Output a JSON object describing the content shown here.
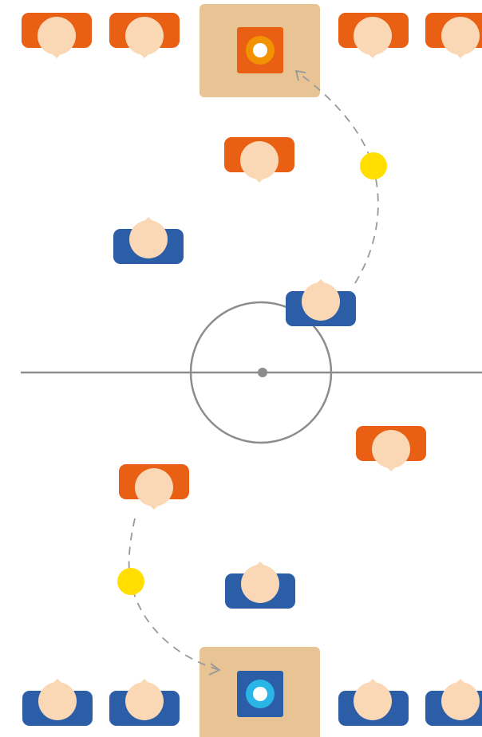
{
  "colors": {
    "background": "#ffffff",
    "team_orange": "#E95F13",
    "team_blue": "#2C5EA8",
    "skin": "#FAD8B5",
    "ball": "#FFDE00",
    "goal_area": "#E8C494",
    "field_lines": "#8C8C8C",
    "pass_path": "#999999",
    "goal_top_ring": "#F39200",
    "goal_bottom_ring": "#29B6E6",
    "goal_center": "#ffffff"
  },
  "field": {
    "elements": [
      "halfway-line",
      "center-circle",
      "center-spot"
    ]
  },
  "goals": [
    {
      "id": "goal-top",
      "team": "orange"
    },
    {
      "id": "goal-bottom",
      "team": "blue"
    }
  ],
  "players": {
    "orange": {
      "count": 7,
      "facing": "down"
    },
    "blue": {
      "count": 7,
      "facing": "up"
    }
  },
  "balls": {
    "count": 2
  },
  "pass_paths": [
    {
      "id": "pass-top",
      "from": "blue-player",
      "to": "goal-top",
      "style": "dashed-arrow"
    },
    {
      "id": "pass-bottom",
      "from": "orange-player",
      "to": "goal-bottom",
      "style": "dashed-arrow"
    }
  ]
}
